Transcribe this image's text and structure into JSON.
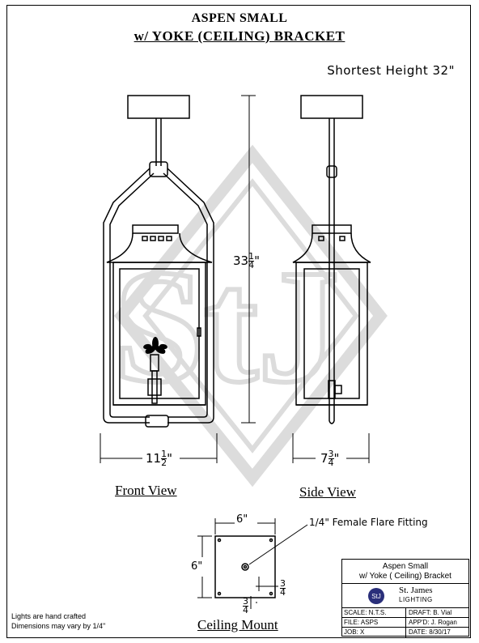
{
  "title": {
    "line1": "ASPEN SMALL",
    "line2": "w/ YOKE (CEILING) BRACKET"
  },
  "shortest_height": "Shortest Height 32\"",
  "dimensions": {
    "front_height_whole": "33",
    "front_height_num": "1",
    "front_height_den": "4",
    "front_height_unit": "\"",
    "front_width_whole": "11",
    "front_width_num": "1",
    "front_width_den": "2",
    "front_width_unit": "\"",
    "side_width_whole": "7",
    "side_width_num": "3",
    "side_width_den": "4",
    "side_width_unit": "\"",
    "mount_width": "6\"",
    "mount_height": "6\"",
    "mount_frac_num": "3",
    "mount_frac_den": "4"
  },
  "views": {
    "front": "Front View",
    "side": "Side View",
    "ceiling_mount": "Ceiling Mount"
  },
  "callout": "1/4\" Female Flare Fitting",
  "notes": {
    "line1": "Lights are hand crafted",
    "line2": "Dimensions may vary by 1/4\""
  },
  "title_block": {
    "header1": "Aspen Small",
    "header2": "w/ Yoke  ( Ceiling)  Bracket",
    "company": "St. James",
    "company_sub": "LIGHTING",
    "logo_text": "StJ",
    "scale": "SCALE: N.T.S.",
    "draft": "DRAFT:  B. Vial",
    "file": "FILE:  ASPS",
    "approved": "APP'D:  J. Rogan",
    "job": "JOB:  X",
    "date": "DATE:  8/30/17"
  },
  "colors": {
    "line": "#000000",
    "watermark": "#d9d9d9",
    "logo": "#2a2f7a"
  }
}
